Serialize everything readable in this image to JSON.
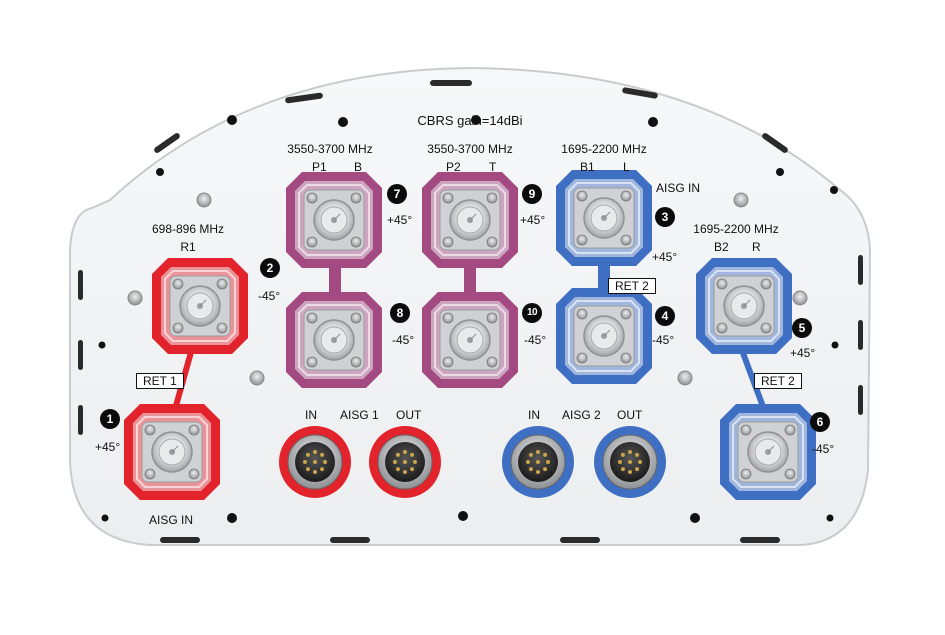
{
  "colors": {
    "red": "#e2232b",
    "purple": "#a34a82",
    "blue": "#3e6fc2",
    "panel": "#f4f5f7"
  },
  "header": {
    "gain": "CBRS gain=14dBi"
  },
  "groups": {
    "r1": {
      "freq": "698-896 MHz",
      "sub": "R1"
    },
    "p1": {
      "freq": "3550-3700 MHz",
      "sub_a": "P1",
      "sub_b": "B"
    },
    "p2": {
      "freq": "3550-3700 MHz",
      "sub_a": "P2",
      "sub_b": "T"
    },
    "b1": {
      "freq": "1695-2200 MHz",
      "sub_a": "B1",
      "sub_b": "L"
    },
    "b2": {
      "freq": "1695-2200 MHz",
      "sub_a": "B2",
      "sub_b": "R"
    }
  },
  "ports": {
    "p1": {
      "num": "1",
      "pol": "+45°"
    },
    "p2": {
      "num": "2",
      "pol": "-45°"
    },
    "p3": {
      "num": "3",
      "pol": "+45°"
    },
    "p4": {
      "num": "4",
      "pol": "-45°"
    },
    "p5": {
      "num": "5",
      "pol": "+45°"
    },
    "p6": {
      "num": "6",
      "pol": "-45°"
    },
    "p7": {
      "num": "7",
      "pol": "+45°"
    },
    "p8": {
      "num": "8",
      "pol": "-45°"
    },
    "p9": {
      "num": "9",
      "pol": "+45°"
    },
    "p10": {
      "num": "10",
      "pol": "-45°"
    }
  },
  "ret": {
    "ret1": "RET 1",
    "ret2a": "RET 2",
    "ret2b": "RET 2"
  },
  "aisg": {
    "in_top": "AISG  IN",
    "in_bottom": "AISG  IN",
    "aisg1": {
      "in": "IN",
      "name": "AISG 1",
      "out": "OUT"
    },
    "aisg2": {
      "in": "IN",
      "name": "AISG 2",
      "out": "OUT"
    }
  }
}
